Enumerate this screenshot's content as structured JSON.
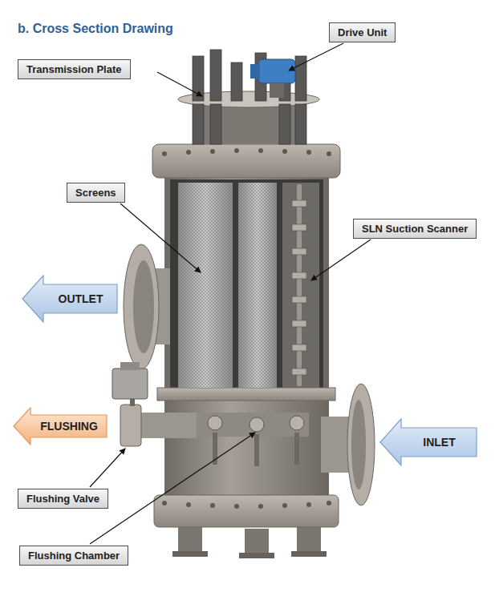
{
  "diagram": {
    "title": "b.  Cross Section Drawing",
    "nodes": [
      {
        "text": [
          "Drive Unit"
        ]
      },
      {
        "text": [
          "Transmission Plate"
        ]
      },
      {
        "text": [
          "Screens"
        ]
      },
      {
        "text": [
          "SLN Suction Scanner"
        ]
      },
      {
        "text": [
          "OUTLET"
        ]
      },
      {
        "text": [
          "FLUSHING"
        ]
      },
      {
        "text": [
          "INLET"
        ]
      },
      {
        "text": [
          "Flushing Valve"
        ]
      },
      {
        "text": [
          "Flushing Chamber"
        ]
      }
    ]
  }
}
